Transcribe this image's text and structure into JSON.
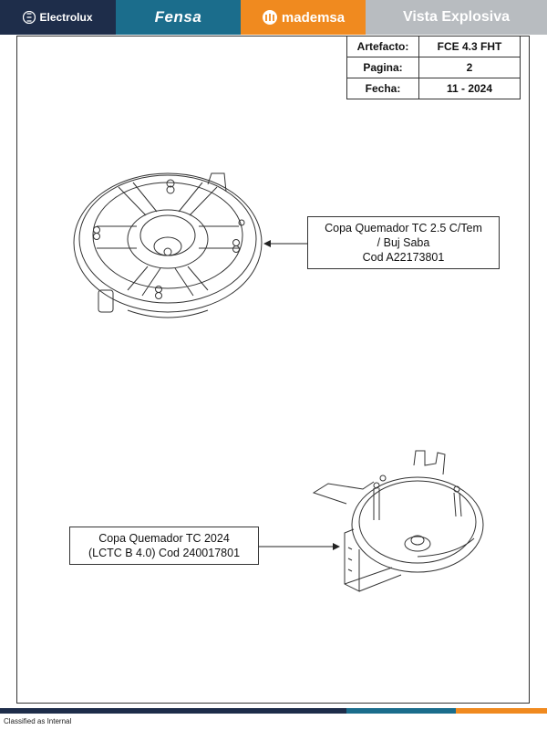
{
  "header": {
    "brands": {
      "electrolux": "Electrolux",
      "fensa": "Fensa",
      "mademsa": "mademsa"
    },
    "title": "Vista Explosiva",
    "colors": {
      "electrolux": "#1e2d4a",
      "fensa": "#1b6d8c",
      "mademsa": "#f08a1f",
      "title": "#b8bcc0"
    }
  },
  "info_table": {
    "rows": [
      {
        "key": "Artefacto:",
        "value": "FCE 4.3 FHT"
      },
      {
        "key": "Pagina:",
        "value": "2"
      },
      {
        "key": "Fecha:",
        "value": "11 - 2024"
      }
    ]
  },
  "parts": [
    {
      "lines": [
        "Copa Quemador TC 2.5 C/Tem",
        "/ Buj Saba",
        "Cod  A22173801"
      ]
    },
    {
      "lines": [
        "Copa Quemador TC 2024",
        "(LCTC B 4.0)  Cod 240017801"
      ]
    }
  ],
  "footer": {
    "classification": "Classified as Internal"
  }
}
